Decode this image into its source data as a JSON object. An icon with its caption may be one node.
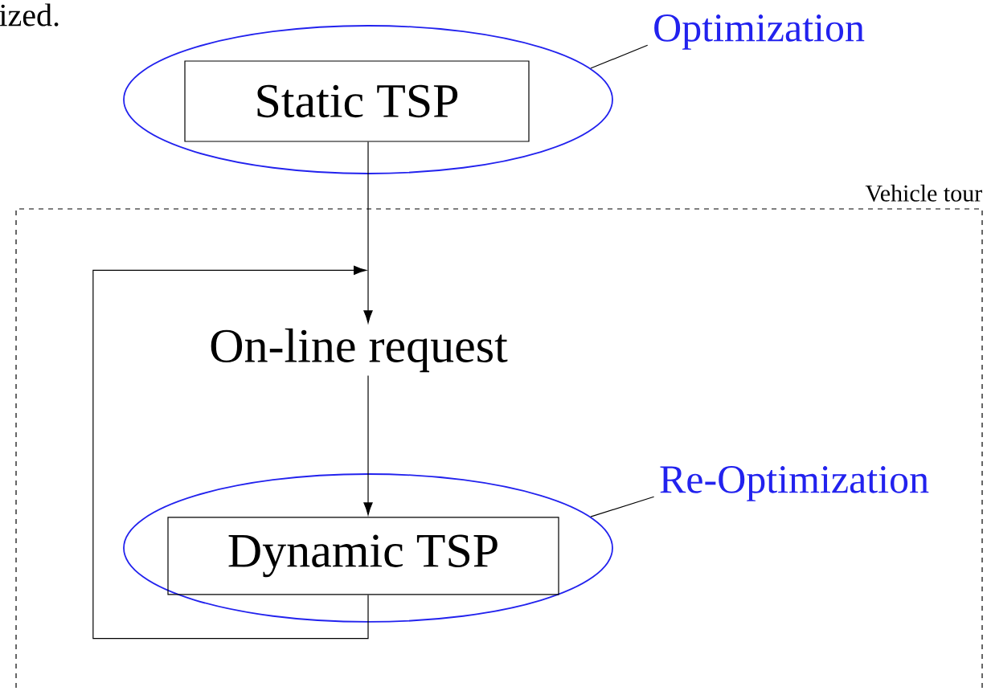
{
  "diagram": {
    "nodes": [
      {
        "text": [],
        "shape": "ellipse"
      },
      {
        "text": [
          "Static TSP"
        ],
        "in": 0
      },
      {
        "text": [
          "Optimization"
        ]
      },
      {
        "text": [
          "Vehicle tour"
        ]
      },
      {
        "text": [
          "On-line request"
        ],
        "in": 3
      },
      {
        "text": [],
        "shape": "ellipse",
        "in": 3
      },
      {
        "text": [
          "Dynamic TSP"
        ],
        "in": 5
      },
      {
        "text": [
          "Re-Optimization"
        ],
        "in": 3
      }
    ],
    "edges": [
      {
        "from": 1,
        "to": 4,
        "arrow": "to"
      },
      {
        "from": 4,
        "to": 6,
        "arrow": "to"
      },
      {
        "from": 6,
        "to": 4,
        "arrow": "to"
      },
      {
        "from": 2,
        "to": 0,
        "arrow": "none"
      },
      {
        "from": 7,
        "to": 5,
        "arrow": "none"
      }
    ],
    "labels": [
      "ized."
    ]
  }
}
